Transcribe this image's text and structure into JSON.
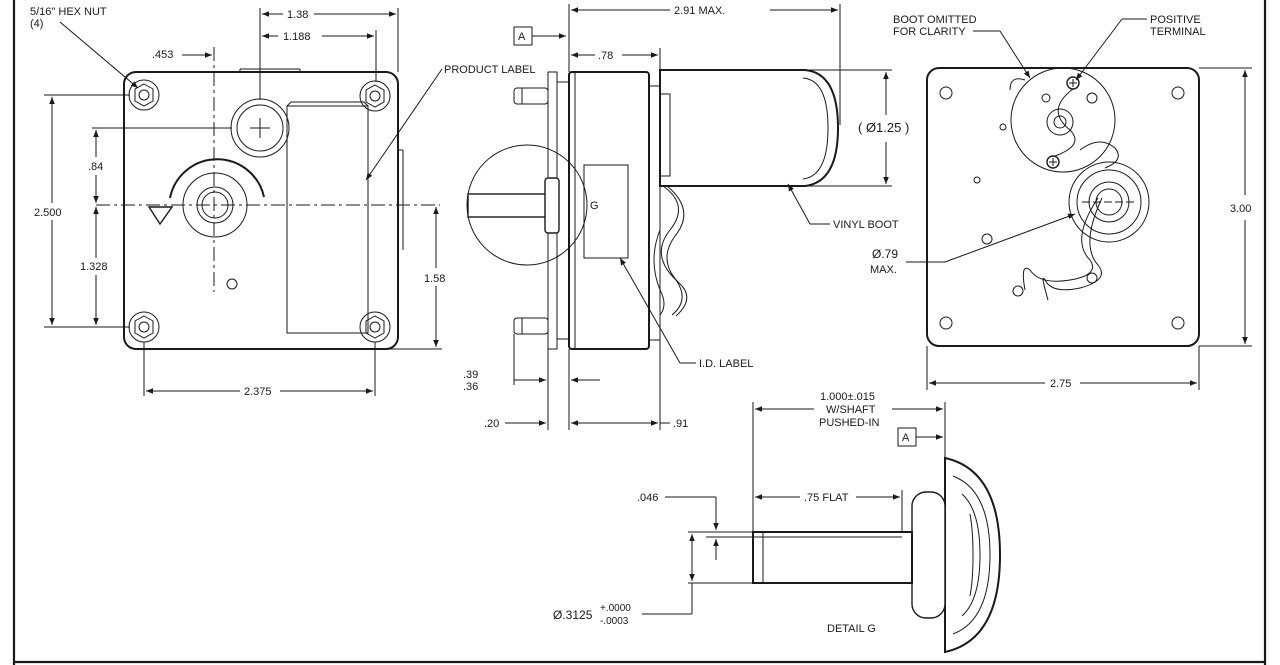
{
  "front_view": {
    "hex_nut_line1": "5/16\" HEX NUT",
    "hex_nut_line2": "(4)",
    "dim_1_38": "1.38",
    "dim_1_188": "1.188",
    "dim_453": ".453",
    "product_label": "PRODUCT LABEL",
    "dim_84": ".84",
    "dim_2_500": "2.500",
    "dim_1_328": "1.328",
    "dim_1_58": "1.58",
    "dim_2_375": "2.375"
  },
  "side_view": {
    "datum_a": "A",
    "dim_2_91_max": "2.91 MAX.",
    "dim_78": ".78",
    "dia_1_25": "( Ø1.25 )",
    "vinyl_boot": "VINYL BOOT",
    "detail_letter": "G",
    "id_label": "I.D. LABEL",
    "dim_39": ".39",
    "dim_36": ".36",
    "dim_20": ".20",
    "dim_91": ".91"
  },
  "rear_view": {
    "boot_omitted_line1": "BOOT OMITTED",
    "boot_omitted_line2": "FOR CLARITY",
    "positive_line1": "POSITIVE",
    "positive_line2": "TERMINAL",
    "dia_79": "Ø.79",
    "max": "MAX.",
    "dim_3_00": "3.00",
    "dim_2_75": "2.75"
  },
  "detail_g": {
    "dim_1_000_line1": "1.000±.015",
    "dim_1_000_line2": "W/SHAFT",
    "dim_1_000_line3": "PUSHED-IN",
    "datum_a": "A",
    "dim_046": ".046",
    "flat_75": ".75 FLAT",
    "dia_3125": "Ø.3125",
    "tol_plus": "+.0000",
    "tol_minus": "-.0003",
    "title": "DETAIL G"
  }
}
